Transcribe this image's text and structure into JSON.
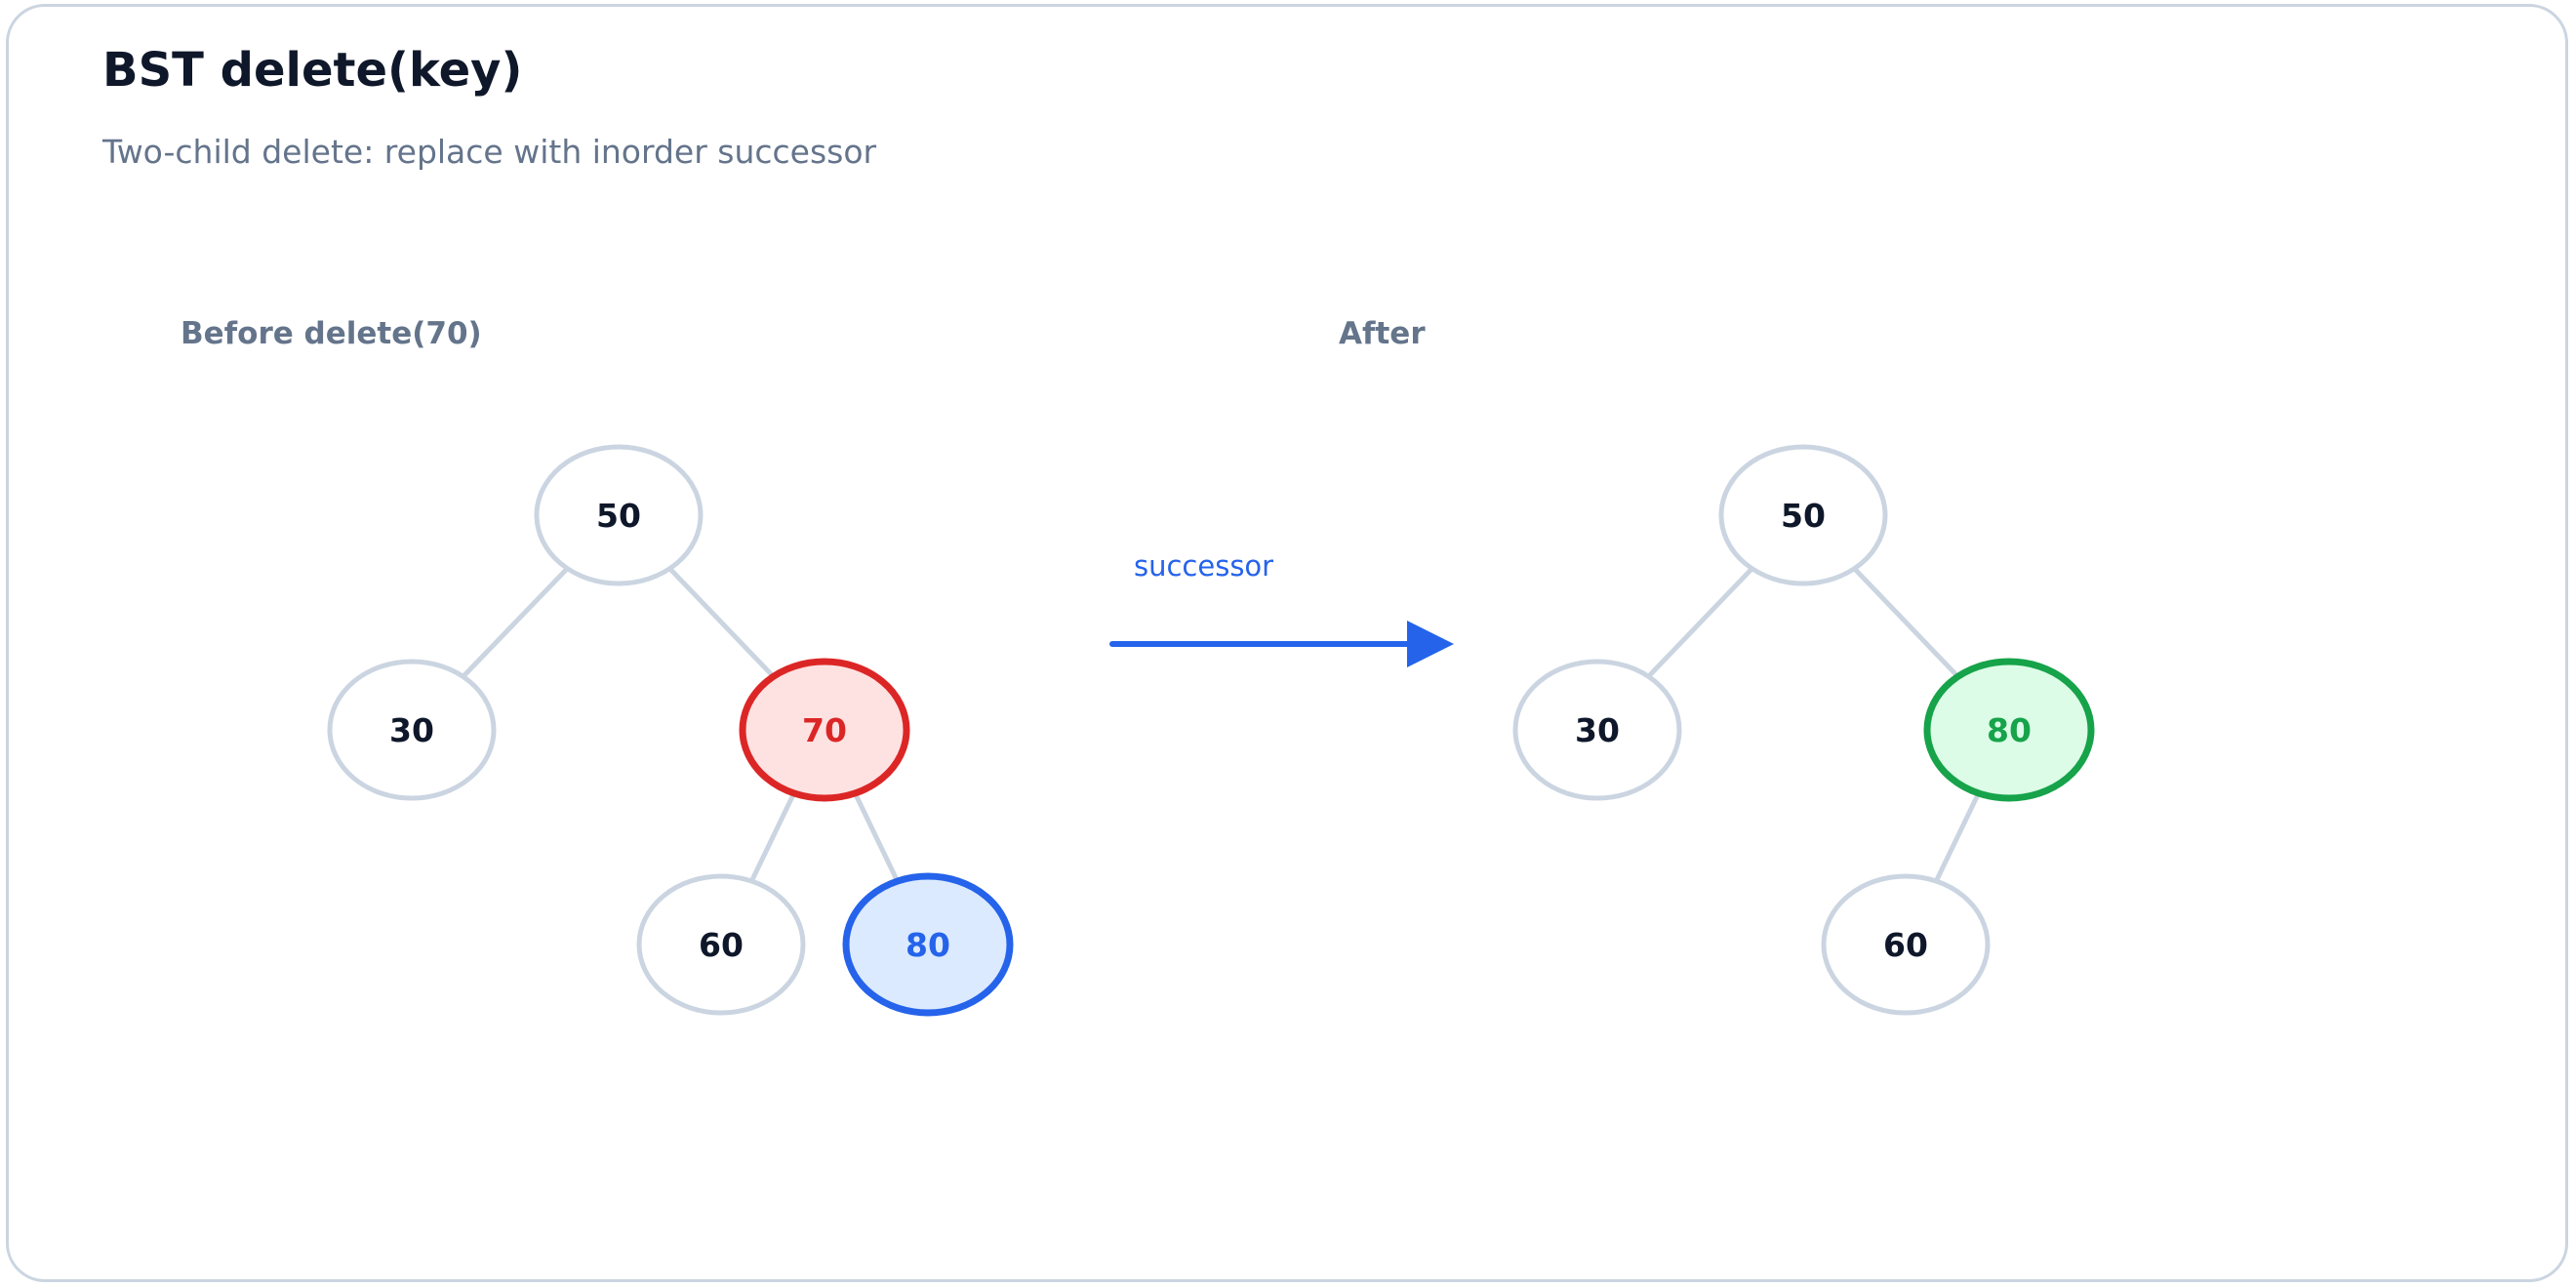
{
  "header": {
    "title": "BST delete(key)",
    "subtitle": "Two-child delete: replace with inorder successor"
  },
  "panels": {
    "before_label": "Before delete(70)",
    "after_label": "After"
  },
  "arrow": {
    "label": "successor",
    "color": "#2563eb"
  },
  "colors": {
    "default_stroke": "#cbd5e1",
    "default_fill": "#ffffff",
    "default_text": "#0f172a",
    "deleted_stroke": "#dc2626",
    "deleted_fill": "#fee2e2",
    "successor_stroke": "#2563eb",
    "successor_fill": "#dbeafe",
    "result_stroke": "#16a34a",
    "result_fill": "#dcfce7"
  },
  "before_tree": {
    "nodes": [
      {
        "id": "b50",
        "label": "50",
        "state": "default"
      },
      {
        "id": "b30",
        "label": "30",
        "state": "default"
      },
      {
        "id": "b70",
        "label": "70",
        "state": "deleted"
      },
      {
        "id": "b60",
        "label": "60",
        "state": "default"
      },
      {
        "id": "b80",
        "label": "80",
        "state": "successor"
      }
    ],
    "edges": [
      [
        "b50",
        "b30"
      ],
      [
        "b50",
        "b70"
      ],
      [
        "b70",
        "b60"
      ],
      [
        "b70",
        "b80"
      ]
    ]
  },
  "after_tree": {
    "nodes": [
      {
        "id": "a50",
        "label": "50",
        "state": "default"
      },
      {
        "id": "a30",
        "label": "30",
        "state": "default"
      },
      {
        "id": "a80",
        "label": "80",
        "state": "result"
      },
      {
        "id": "a60",
        "label": "60",
        "state": "default"
      }
    ],
    "edges": [
      [
        "a50",
        "a30"
      ],
      [
        "a50",
        "a80"
      ],
      [
        "a80",
        "a60"
      ]
    ]
  }
}
